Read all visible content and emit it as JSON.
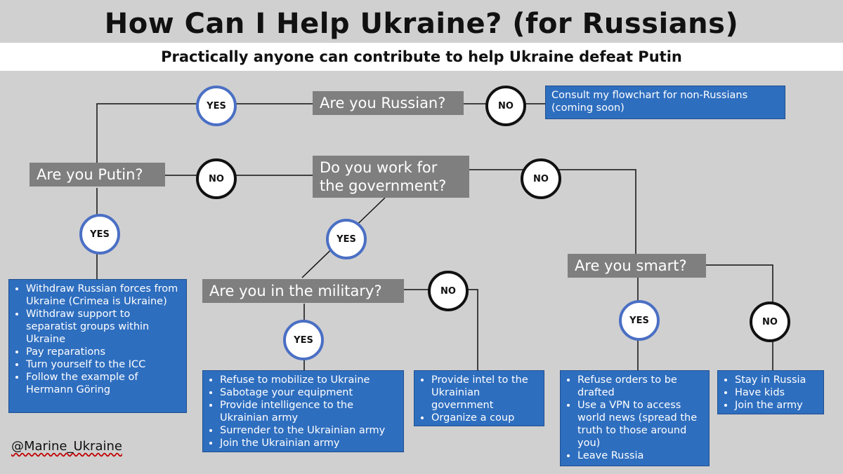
{
  "header": {
    "title": "How Can I Help Ukraine? (for Russians)",
    "subtitle": "Practically anyone can contribute to help Ukraine defeat Putin"
  },
  "questions": {
    "russian": "Are you Russian?",
    "putin": "Are you Putin?",
    "government_line1": "Do you work for",
    "government_line2": "the government?",
    "military": "Are you in the military?",
    "smart": "Are you smart?"
  },
  "answers": {
    "yes": "YES",
    "no": "NO"
  },
  "outcomes": {
    "non_russian": "Consult my flowchart for non-Russians (coming soon)",
    "putin_yes": [
      "Withdraw Russian forces from Ukraine (Crimea is Ukraine)",
      "Withdraw support to separatist groups within Ukraine",
      "Pay reparations",
      "Turn yourself to the ICC",
      "Follow the example of Hermann Göring"
    ],
    "military_yes": [
      "Refuse to mobilize to Ukraine",
      "Sabotage your equipment",
      "Provide intelligence to the Ukrainian army",
      "Surrender to the Ukrainian army",
      "Join the Ukrainian army"
    ],
    "military_no": [
      "Provide intel to the Ukrainian government",
      "Organize a coup"
    ],
    "smart_yes": [
      "Refuse orders to be drafted",
      "Use a VPN to access world news (spread the truth to those around you)",
      "Leave Russia"
    ],
    "smart_no": [
      "Stay in Russia",
      "Have kids",
      "Join the army"
    ]
  },
  "footer": {
    "handle": "@Marine_Ukraine"
  },
  "colors": {
    "question_box": "#7f7f7f",
    "outcome_box": "#2e6ebf",
    "yes_ring": "#4a6fc4",
    "no_ring": "#111111",
    "background": "#d0d0d0"
  }
}
